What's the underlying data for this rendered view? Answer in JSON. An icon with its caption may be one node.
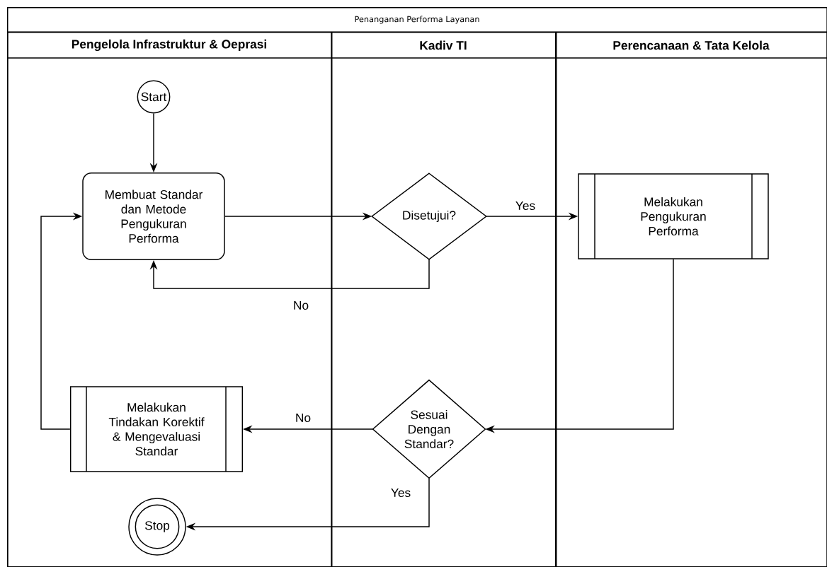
{
  "diagram": {
    "nodes": [
      {
        "text": [
          "Penanganan Performa Layanan"
        ]
      },
      {
        "text": [
          "Pengelola Infrastruktur & Oeprasi"
        ],
        "in": 0
      },
      {
        "text": [
          "Kadiv TI"
        ],
        "in": 0
      },
      {
        "text": [
          "Perencanaan & Tata Kelola"
        ],
        "in": 0
      },
      {
        "text": [
          "Start"
        ],
        "in": 1
      },
      {
        "text": [
          "Membuat Standar dan Metode Pengukuran Performa"
        ],
        "in": 1
      },
      {
        "text": [
          "Disetujui?"
        ],
        "in": 2
      },
      {
        "text": [
          "Melakukan Pengukuran Performa"
        ],
        "in": 3
      },
      {
        "text": [
          "Sesuai Dengan Standar?"
        ],
        "in": 2
      },
      {
        "text": [
          "Melakukan Tindakan Korektif & Mengevaluasi Standar"
        ],
        "in": 1
      },
      {
        "text": [
          "Stop"
        ],
        "in": 1
      }
    ],
    "edges": [
      {
        "from": 4,
        "to": 5,
        "arrow": "to"
      },
      {
        "from": 5,
        "to": 6,
        "arrow": "to"
      },
      {
        "from": 6,
        "to": 7,
        "arrow": "to",
        "label": "Yes"
      },
      {
        "from": 6,
        "to": 5,
        "arrow": "to",
        "label": "No"
      },
      {
        "from": 7,
        "to": 8,
        "arrow": "to"
      },
      {
        "from": 8,
        "to": 9,
        "arrow": "to",
        "label": "No"
      },
      {
        "from": 8,
        "to": 10,
        "arrow": "to",
        "label": "Yes"
      },
      {
        "from": 9,
        "to": 5,
        "arrow": "to"
      }
    ]
  }
}
